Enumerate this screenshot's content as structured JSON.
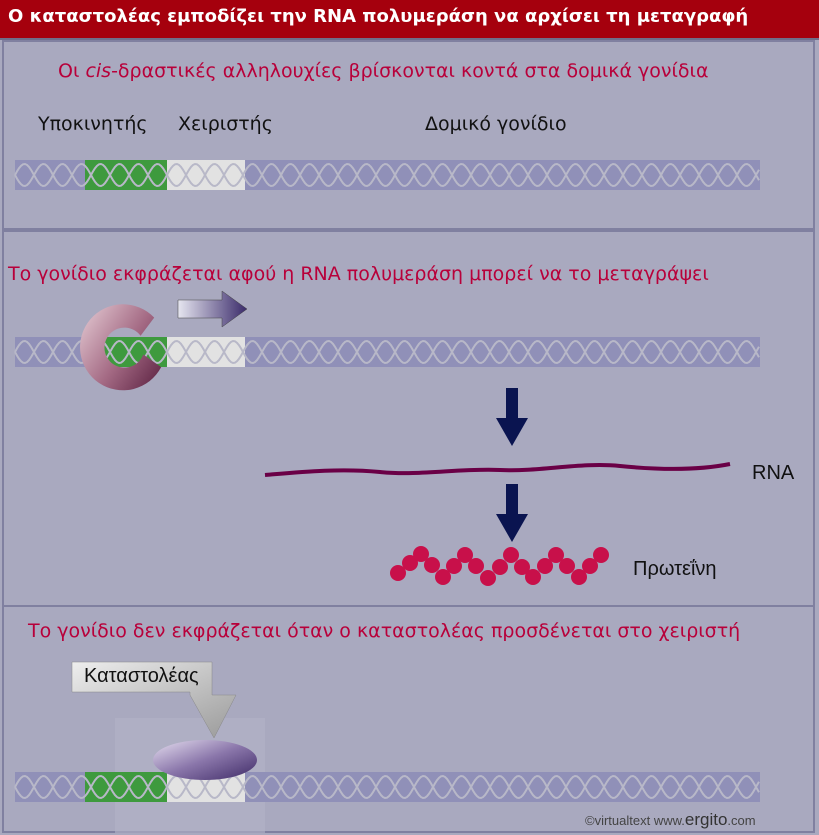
{
  "title": "Ο καταστολέας εμποδίζει την RNA πολυμεράση να αρχίσει τη μεταγραφή",
  "panel1": {
    "caption_prefix": "Οι ",
    "caption_italic": "cis",
    "caption_suffix": "-δραστικές αλληλουχίες βρίσκονται κοντά στα δομικά γονίδια",
    "promoter_label": "Υποκινητής",
    "operator_label": "Χειριστής",
    "structural_label": "Δομικό γονίδιο"
  },
  "panel2": {
    "caption": "Το γονίδιο εκφράζεται αφού η RNA πολυμεράση μπορεί να το μεταγράψει",
    "rna_label": "RNA",
    "protein_label": "Πρωτεΐνη"
  },
  "panel3": {
    "caption": "Το γονίδιο δεν εκφράζεται όταν ο καταστολέας προσδένεται στο χειριστή",
    "repressor_label": "Καταστολέας"
  },
  "credit": {
    "prefix": "©virtualtext  www.",
    "brand": "ergito",
    "suffix": ".com"
  },
  "colors": {
    "title_bg": "#a5000d",
    "caption_text": "#b8003a",
    "dna_strand": "#9090b8",
    "promoter": "#3e9a3e",
    "operator": "#e2e2e2",
    "rna": "#6a0046",
    "protein": "#c8104a",
    "arrow": "#0a1450"
  }
}
